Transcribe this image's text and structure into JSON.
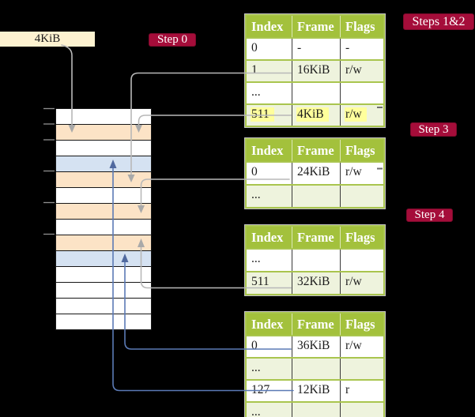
{
  "frame_size_label": "4KiB",
  "badges": {
    "step0": "Step 0",
    "steps12": "Steps 1&2",
    "step3": "Step 3",
    "step4": "Step 4"
  },
  "page_tables": [
    {
      "step": "Steps 1&2",
      "headers": [
        "Index",
        "Frame",
        "Flags"
      ],
      "rows": [
        {
          "index": "0",
          "frame": "-",
          "flags": "-"
        },
        {
          "index": "1",
          "frame": "16KiB",
          "flags": "r/w"
        },
        {
          "index": "...",
          "frame": "",
          "flags": ""
        },
        {
          "index": "511",
          "frame": "4KiB",
          "flags": "r/w",
          "highlighted": true
        }
      ]
    },
    {
      "step": "Step 3",
      "headers": [
        "Index",
        "Frame",
        "Flags"
      ],
      "rows": [
        {
          "index": "0",
          "frame": "24KiB",
          "flags": "r/w"
        },
        {
          "index": "...",
          "frame": "",
          "flags": ""
        }
      ]
    },
    {
      "step": "Step 4",
      "headers": [
        "Index",
        "Frame",
        "Flags"
      ],
      "rows": [
        {
          "index": "...",
          "frame": "",
          "flags": ""
        },
        {
          "index": "511",
          "frame": "32KiB",
          "flags": "r/w"
        }
      ]
    },
    {
      "step": "Step 4",
      "headers": [
        "Index",
        "Frame",
        "Flags"
      ],
      "rows": [
        {
          "index": "0",
          "frame": "36KiB",
          "flags": "r/w"
        },
        {
          "index": "...",
          "frame": "",
          "flags": ""
        },
        {
          "index": "127",
          "frame": "12KiB",
          "flags": "r"
        },
        {
          "index": "...",
          "frame": "",
          "flags": ""
        }
      ]
    }
  ],
  "memory": {
    "description": "physical memory column, one row per 4KiB frame",
    "row_colors": [
      "white",
      "orange",
      "white",
      "blue",
      "orange",
      "white",
      "orange",
      "white",
      "orange",
      "blue",
      "white",
      "white",
      "white",
      "white"
    ]
  },
  "colors": {
    "badge_red": "#a50d3a",
    "table_header_green": "#a3c13c",
    "table_row_green": "#eef3dd",
    "table_border_green": "#a9c54e",
    "memory_orange": "#fce3c6",
    "memory_blue": "#d5e2f2",
    "highlight_yellow": "#ffff9c",
    "label_cream": "#fdf2d0",
    "wire_gray": "#b8b8b8",
    "wire_blue": "#5b7ab5"
  }
}
